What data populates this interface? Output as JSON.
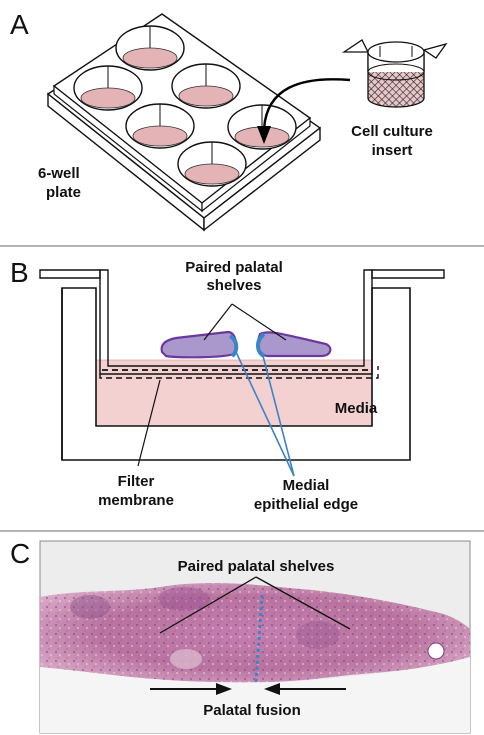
{
  "panelA": {
    "letter": "A",
    "plate_label_line1": "6-well",
    "plate_label_line2": "plate",
    "insert_label_line1": "Cell culture",
    "insert_label_line2": "insert"
  },
  "panelB": {
    "letter": "B",
    "shelves_label_line1": "Paired palatal",
    "shelves_label_line2": "shelves",
    "media_label": "Media",
    "filter_label_line1": "Filter",
    "filter_label_line2": "membrane",
    "mee_label_line1": "Medial",
    "mee_label_line2": "epithelial edge"
  },
  "panelC": {
    "letter": "C",
    "shelves_label": "Paired palatal shelves",
    "fusion_label": "Palatal fusion"
  },
  "colors": {
    "well_fill": "#e3b3b6",
    "media_fill": "#f2d1d0",
    "shelf_fill": "#aa98cc",
    "shelf_outline": "#6a38a0",
    "edge_line": "#3c83c7",
    "tissue": "#c07aa8"
  }
}
